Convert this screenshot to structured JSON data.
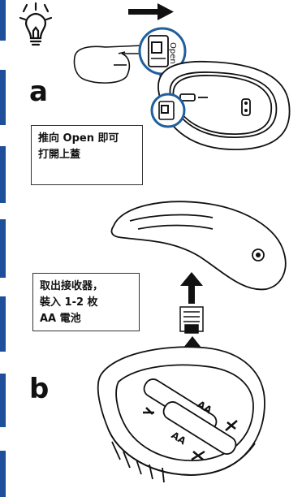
{
  "steps": {
    "a": {
      "letter": "a",
      "callout_text": "推向 Open 即可\n打開上蓋"
    },
    "b": {
      "letter": "b",
      "callout_text": "取出接收器，\n裝入 1-2 枚\nAA 電池"
    }
  },
  "switch_label": "Open",
  "battery_labels": [
    "AA",
    "AA"
  ],
  "colors": {
    "accent": "#1f4e9a",
    "ink": "#111111",
    "circle": "#1f5f9e"
  },
  "icons": [
    "lightbulb-icon",
    "arrow-right-icon",
    "arrow-up-icon"
  ]
}
